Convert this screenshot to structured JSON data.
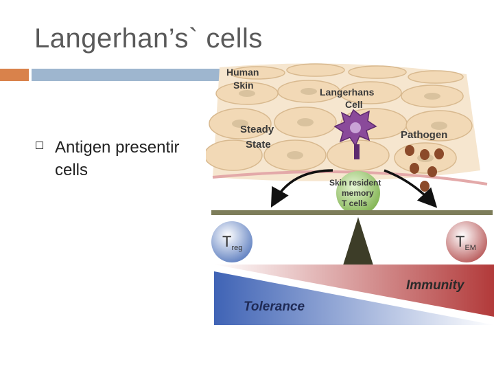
{
  "slide": {
    "title": "Langerhan’s` cells",
    "bullets": [
      {
        "line1": "Antigen presentir",
        "line2": "cells"
      }
    ]
  },
  "figure": {
    "human_skin_line1": "Human",
    "human_skin_line2": "Skin",
    "langerhans_line1": "Langerhans",
    "langerhans_line2": "Cell",
    "steady_line1": "Steady",
    "steady_line2": "State",
    "pathogen": "Pathogen",
    "resident_line1": "Skin resident",
    "resident_line2": "memory",
    "resident_line3": "T cells",
    "treg_main": "T",
    "treg_sub": "reg",
    "tem_main": "T",
    "tem_sub": "EM",
    "immunity": "Immunity",
    "tolerance": "Tolerance"
  },
  "colors": {
    "title": "#5a5a5a",
    "accent_bar": "#d9824b",
    "main_bar": "#9eb6cf",
    "skin_cell": "#f2d9b6",
    "langerhans": "#8a4a9a",
    "pathogen": "#8b4a2a",
    "tcell": "#8fbf5f",
    "immunity_red": "#b23a3a",
    "tolerance_blue": "#3f63b5",
    "fulcrum": "#3d3d28"
  }
}
